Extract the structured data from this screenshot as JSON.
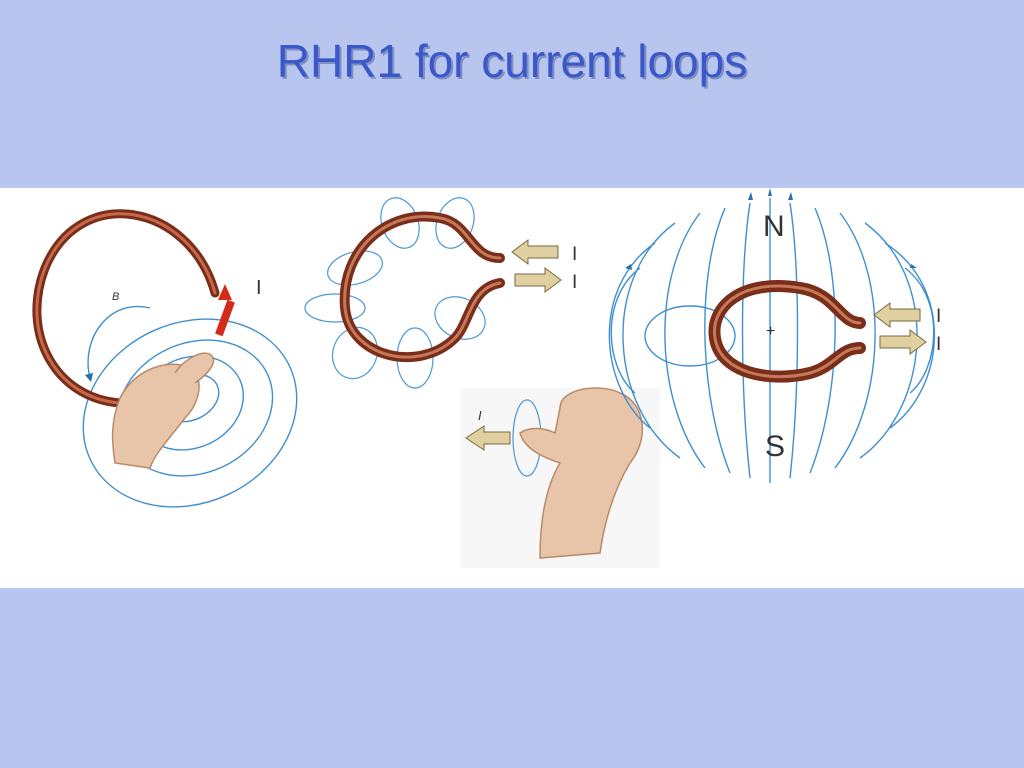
{
  "slide": {
    "title": "RHR1 for current loops"
  },
  "figures": {
    "left": {
      "field_label": "B",
      "current_label": "I"
    },
    "middle_top": {
      "current_in_label": "I",
      "current_out_label": "I"
    },
    "middle_bottom": {
      "current_label": "I"
    },
    "right": {
      "north_label": "N",
      "south_label": "S",
      "current_in_label": "I",
      "current_out_label": "I",
      "center_mark": "+"
    }
  }
}
